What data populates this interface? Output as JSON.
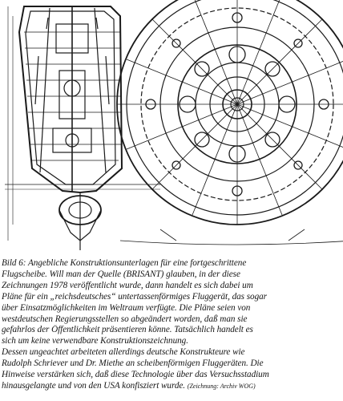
{
  "caption": {
    "lines": [
      "Bild 6: Angebliche Konstruktionsunterlagen für eine fortgeschrittene",
      "Flugscheibe. Will man der Quelle (BRISANT) glauben, in der diese",
      "Zeichnungen 1978 veröffentlicht wurde, dann handelt es sich dabei um",
      "Pläne für ein „reichsdeutsches“ untertassenförmiges Fluggerät, das sogar",
      "über Einsatzmöglichkeiten im Weltraum verfügte. Die Pläne seien von",
      "westdeutschen Regierungsstellen so abgeändert worden, daß man sie",
      "gefahrlos der Öffentlichkeit präsentieren könne. Tatsächlich handelt es",
      "sich um keine verwendbare Konstruktionszeichnung.",
      "Dessen ungeachtet arbeiteten allerdings deutsche Konstrukteure wie",
      "Rudolph Schriever und Dr. Miethe an scheibenförmigen Fluggeräten. Die",
      "Hinweise verstärken sich, daß diese Technologie über das Versuchsstadium",
      "hinausgelangte und von den USA konfisziert wurde."
    ],
    "credit": "(Zeichnung: Archiv WOG)"
  }
}
